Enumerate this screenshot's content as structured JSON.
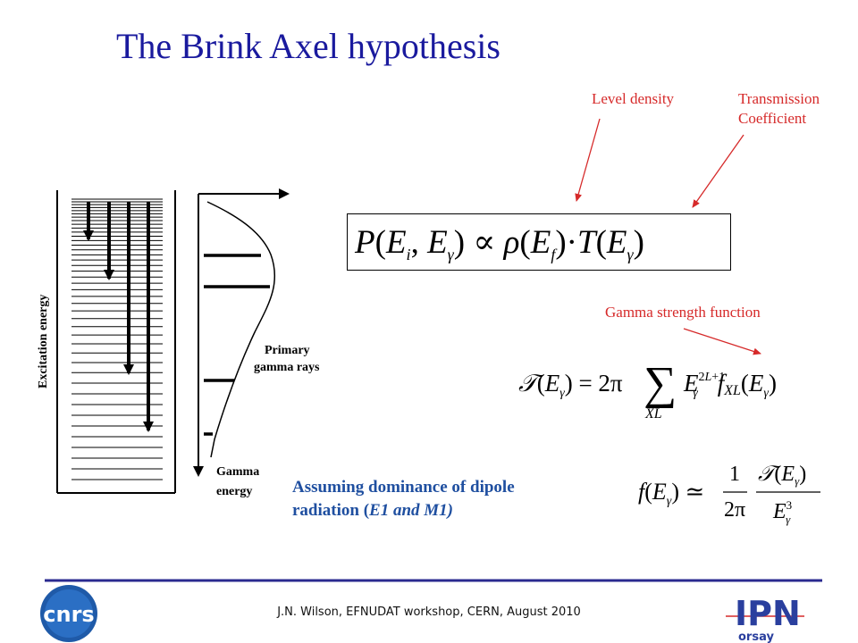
{
  "slide": {
    "title": "The Brink Axel hypothesis",
    "footer": "J.N. Wilson,  EFNUDAT workshop, CERN, August 2010"
  },
  "annotations": {
    "level_density": "Level density",
    "transmission_line1": "Transmission",
    "transmission_line2": "Coefficient",
    "gamma_strength": "Gamma strength function"
  },
  "assumption": {
    "line1": "Assuming dominance of dipole",
    "line2_prefix": "radiation (",
    "line2_italic": "E1 and M1)"
  },
  "figure": {
    "y_axis_label": "Excitation energy",
    "primary_label_line1": "Primary",
    "primary_label_line2": "gamma rays",
    "gamma_energy_line1": "Gamma",
    "gamma_energy_line2": "energy"
  },
  "logos": {
    "left": "cnrs",
    "right_top": "IPN",
    "right_bottom": "orsay"
  },
  "colors": {
    "title": "#1a1a9e",
    "annotation": "#d62a2a",
    "assumption": "#1f4fa0",
    "rule": "#2a2a8f"
  }
}
